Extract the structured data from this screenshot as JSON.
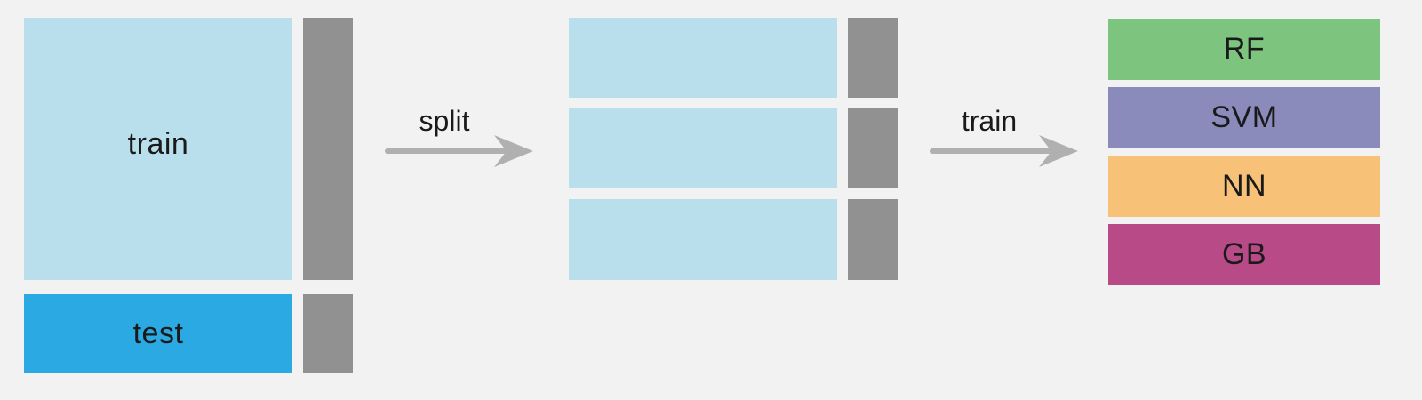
{
  "colors": {
    "background": "#f2f2f2",
    "train_light_blue": "#b8dfeb",
    "test_blue": "#2aa9e2",
    "target_gray": "#919191",
    "arrow_gray": "#b0b0b0",
    "rf_green": "#7dc47f",
    "svm_purple": "#8a8abb",
    "nn_orange": "#f7c277",
    "gb_magenta": "#b84a88"
  },
  "dataset": {
    "train_label": "train",
    "test_label": "test"
  },
  "arrows": {
    "split_label": "split",
    "train_label": "train"
  },
  "folds": {
    "count": 3
  },
  "models": [
    {
      "label": "RF",
      "color": "#7dc47f"
    },
    {
      "label": "SVM",
      "color": "#8a8abb"
    },
    {
      "label": "NN",
      "color": "#f7c277"
    },
    {
      "label": "GB",
      "color": "#b84a88"
    }
  ]
}
